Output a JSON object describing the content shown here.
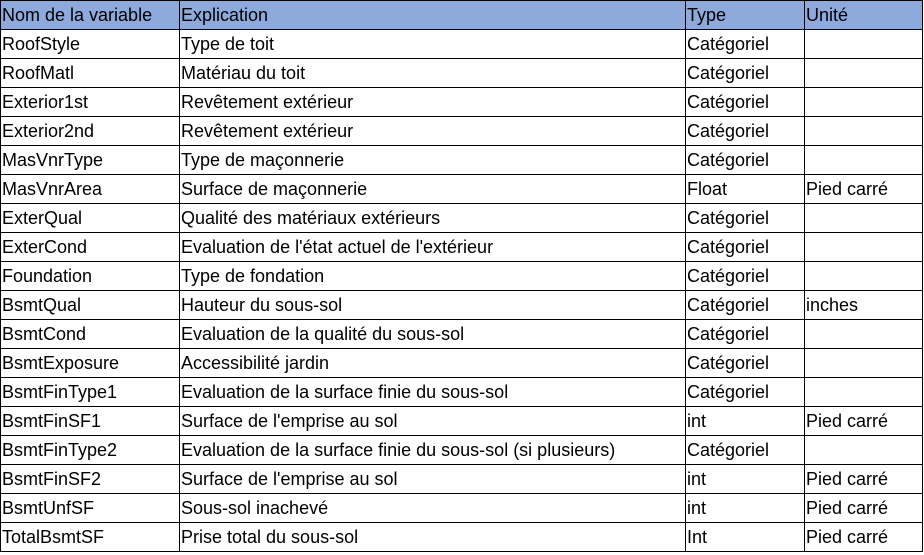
{
  "header": {
    "name": "Nom de la variable",
    "explication": "Explication",
    "type": "Type",
    "unit": "Unité"
  },
  "colors": {
    "header_bg": "#8ea9db",
    "grid": "#000000"
  },
  "rows": [
    {
      "name": "RoofStyle",
      "explication": "Type de toit",
      "type": "Catégoriel",
      "unit": ""
    },
    {
      "name": "RoofMatl",
      "explication": "Matériau du toit",
      "type": "Catégoriel",
      "unit": ""
    },
    {
      "name": "Exterior1st",
      "explication": "Revêtement extérieur",
      "type": "Catégoriel",
      "unit": ""
    },
    {
      "name": "Exterior2nd",
      "explication": "Revêtement extérieur",
      "type": "Catégoriel",
      "unit": ""
    },
    {
      "name": "MasVnrType",
      "explication": "Type de maçonnerie",
      "type": "Catégoriel",
      "unit": ""
    },
    {
      "name": "MasVnrArea",
      "explication": "Surface de maçonnerie",
      "type": "Float",
      "unit": "Pied carré"
    },
    {
      "name": "ExterQual",
      "explication": "Qualité des matériaux extérieurs",
      "type": "Catégoriel",
      "unit": ""
    },
    {
      "name": "ExterCond",
      "explication": "Evaluation de l'état actuel de l'extérieur",
      "type": "Catégoriel",
      "unit": ""
    },
    {
      "name": "Foundation",
      "explication": "Type de fondation",
      "type": "Catégoriel",
      "unit": ""
    },
    {
      "name": "BsmtQual",
      "explication": "Hauteur du sous-sol",
      "type": "Catégoriel",
      "unit": "inches"
    },
    {
      "name": "BsmtCond",
      "explication": "Evaluation de la qualité du sous-sol",
      "type": "Catégoriel",
      "unit": ""
    },
    {
      "name": "BsmtExposure",
      "explication": "Accessibilité jardin",
      "type": "Catégoriel",
      "unit": ""
    },
    {
      "name": "BsmtFinType1",
      "explication": "Evaluation de la surface finie du sous-sol",
      "type": "Catégoriel",
      "unit": ""
    },
    {
      "name": "BsmtFinSF1",
      "explication": "Surface de l'emprise au sol",
      "type": "int",
      "unit": "Pied carré"
    },
    {
      "name": "BsmtFinType2",
      "explication": "Evaluation de la surface finie du sous-sol (si plusieurs)",
      "type": "Catégoriel",
      "unit": ""
    },
    {
      "name": "BsmtFinSF2",
      "explication": "Surface de l'emprise au sol",
      "type": "int",
      "unit": "Pied carré"
    },
    {
      "name": "BsmtUnfSF",
      "explication": "Sous-sol inachevé",
      "type": "int",
      "unit": "Pied carré"
    },
    {
      "name": "TotalBsmtSF",
      "explication": "Prise total du sous-sol",
      "type": "Int",
      "unit": "Pied carré"
    }
  ]
}
